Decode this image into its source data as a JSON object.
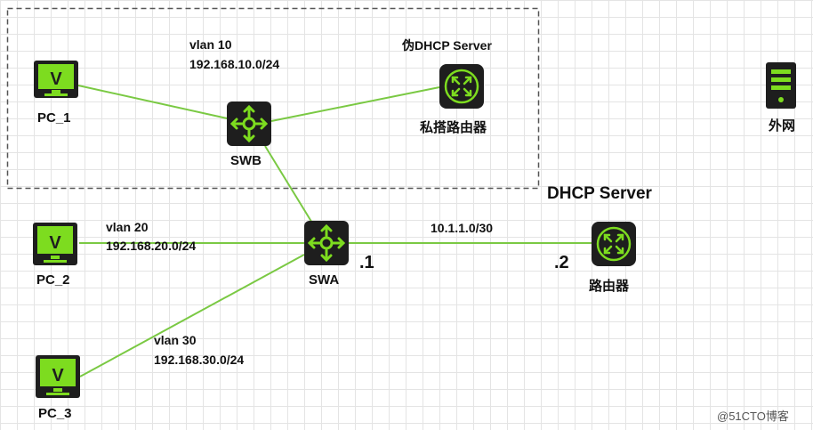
{
  "devices": {
    "pc1": "PC_1",
    "pc2": "PC_2",
    "pc3": "PC_3",
    "swb": "SWB",
    "swa": "SWA",
    "rogue_router": "私搭路由器",
    "router": "路由器",
    "internet": "外网"
  },
  "labels": {
    "fake_dhcp": "伪DHCP Server",
    "dhcp_server": "DHCP Server",
    "vlan10_name": "vlan 10",
    "vlan10_net": "192.168.10.0/24",
    "vlan20_name": "vlan 20",
    "vlan20_net": "192.168.20.0/24",
    "vlan30_name": "vlan 30",
    "vlan30_net": "192.168.30.0/24",
    "link_net": "10.1.1.0/30",
    "swa_ip": ".1",
    "router_ip": ".2"
  },
  "watermark": "@51CTO博客",
  "colors": {
    "link": "#7ac943",
    "device_bg": "#1e1e1e",
    "device_accent": "#7ddc1f"
  },
  "icons": {
    "pc": "monitor-icon",
    "switch": "switch-icon",
    "router": "router-icon",
    "server": "server-icon"
  }
}
